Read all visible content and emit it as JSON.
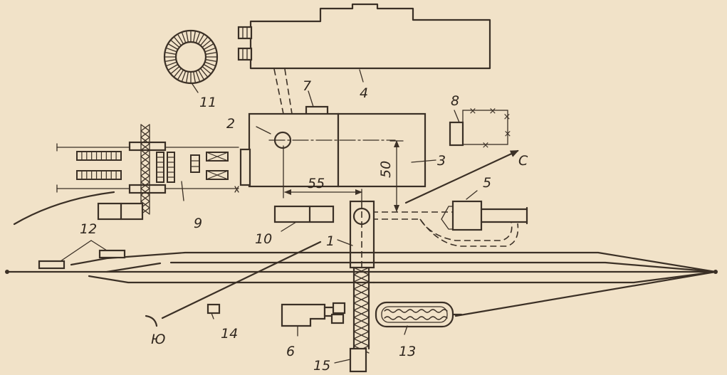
{
  "labels": {
    "n1": "1",
    "n2": "2",
    "n3": "3",
    "n4": "4",
    "n5": "5",
    "n6": "6",
    "n7": "7",
    "n8": "8",
    "n9": "9",
    "n10": "10",
    "n11": "11",
    "n12": "12",
    "n13": "13",
    "n14": "14",
    "n15": "15",
    "south": "Ю",
    "north": "С"
  },
  "dimensions": {
    "horizontal": "55",
    "vertical": "50"
  },
  "colors": {
    "paper": "#f1e2c8",
    "ink": "#3b3026"
  }
}
